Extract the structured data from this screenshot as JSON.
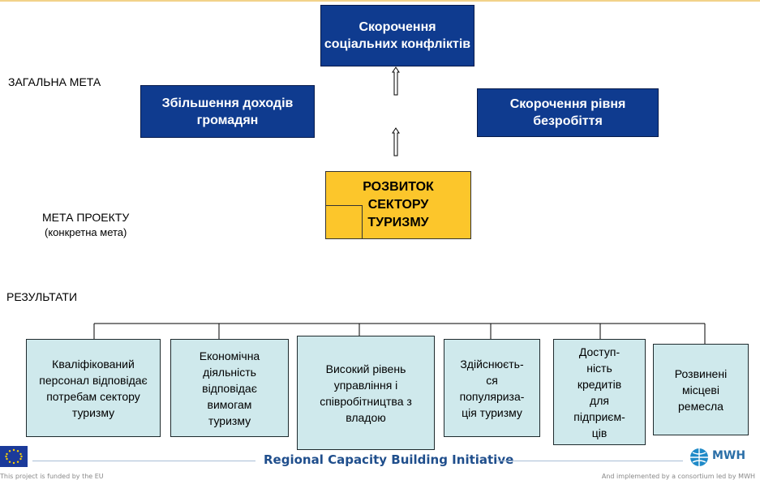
{
  "goal_label": "ЗАГАЛЬНА МЕТА",
  "project_goal_label": "МЕТА ПРОЕКТУ",
  "project_goal_sub": "(конкретна мета)",
  "results_label": "РЕЗУЛЬТАТИ",
  "goals": {
    "top": "Скорочення соціальних конфліктів",
    "left": "Збільшення доходів громадян",
    "right": "Скорочення рівня безробіття"
  },
  "project_goal": "РОЗВИТОК СЕКТОРУ ТУРИЗМУ",
  "results": [
    "Кваліфікований персонал відповідає потребам сектору туризму",
    "Економічна діяльність відповідає вимогам туризму",
    "Високий рівень управління і співробітництва з владою",
    "Здійснюєть-ся популяриза-ція туризму",
    "Доступ-ність кредитів для підприєм-ців",
    "Розвинені місцеві ремесла"
  ],
  "footer": {
    "title": "Regional Capacity Building Initiative",
    "left_note": "This project is funded by the EU",
    "right_note": "And implemented by a consortium led by MWH",
    "logo_text": "MWH"
  },
  "colors": {
    "navy": "#0f3b8f",
    "yellow": "#fcc62b",
    "result_fill": "#cfe9ec"
  }
}
